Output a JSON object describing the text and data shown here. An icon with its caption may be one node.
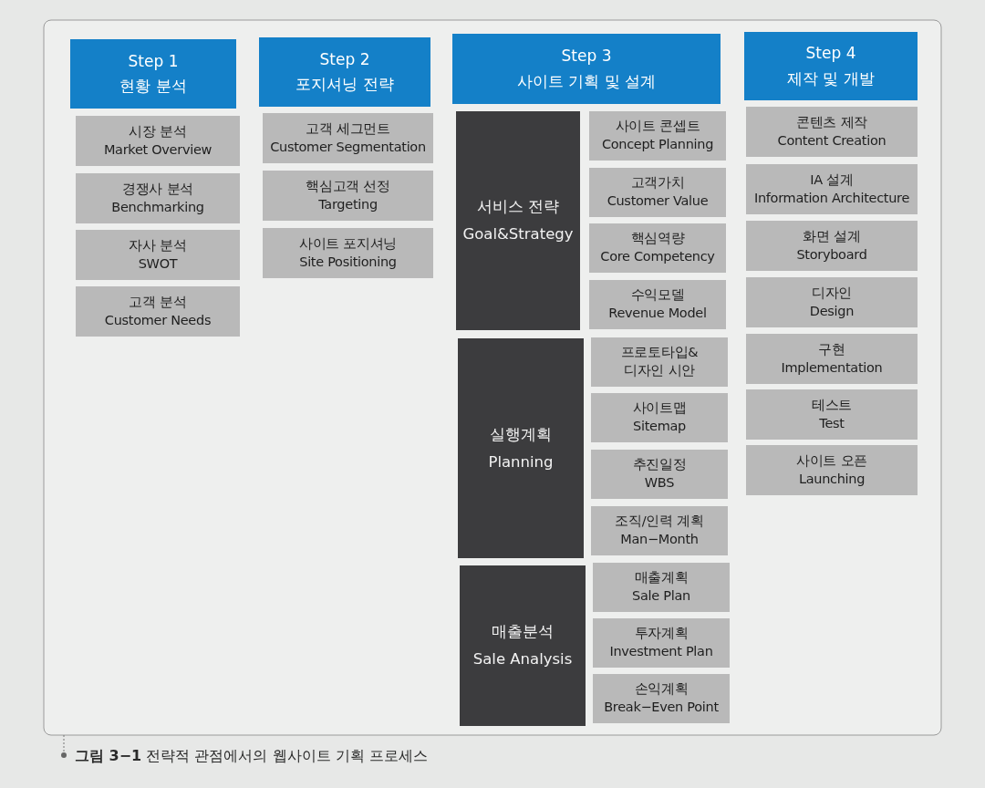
{
  "diagram": {
    "caption": "**그림 3−1** 전략적 관점에서의 웹사이트 기획 프로세스",
    "nodes": [
      {
        "text": [
          "Step 1",
          "현황 분석"
        ]
      },
      {
        "text": [
          "시장 분석",
          "Market Overview"
        ]
      },
      {
        "text": [
          "경쟁사 분석",
          "Benchmarking"
        ]
      },
      {
        "text": [
          "자사 분석",
          "SWOT"
        ]
      },
      {
        "text": [
          "고객 분석",
          "Customer Needs"
        ]
      },
      {
        "text": [
          "Step 2",
          "포지셔닝 전략"
        ]
      },
      {
        "text": [
          "고객 세그먼트",
          "Customer Segmentation"
        ]
      },
      {
        "text": [
          "핵심고객 선정",
          "Targeting"
        ]
      },
      {
        "text": [
          "사이트 포지셔닝",
          "Site Positioning"
        ]
      },
      {
        "text": [
          "Step 3",
          "사이트 기획 및 설계"
        ]
      },
      {
        "text": [
          "서비스 전략",
          "Goal&Strategy"
        ]
      },
      {
        "text": [
          "사이트 콘셉트",
          "Concept Planning"
        ]
      },
      {
        "text": [
          "고객가치",
          "Customer Value"
        ]
      },
      {
        "text": [
          "핵심역량",
          "Core Competency"
        ]
      },
      {
        "text": [
          "수익모델",
          "Revenue Model"
        ]
      },
      {
        "text": [
          "실행계획",
          "Planning"
        ]
      },
      {
        "text": [
          "프로토타입&",
          "디자인 시안"
        ]
      },
      {
        "text": [
          "사이트맵",
          "Sitemap"
        ]
      },
      {
        "text": [
          "추진일정",
          "WBS"
        ]
      },
      {
        "text": [
          "조직/인력 계획",
          "Man−Month"
        ]
      },
      {
        "text": [
          "매출분석",
          "Sale Analysis"
        ]
      },
      {
        "text": [
          "매출계획",
          "Sale Plan"
        ]
      },
      {
        "text": [
          "투자계획",
          "Investment Plan"
        ]
      },
      {
        "text": [
          "손익계획",
          "Break−Even Point"
        ]
      },
      {
        "text": [
          "Step 4",
          "제작 및 개발"
        ]
      },
      {
        "text": [
          "콘텐츠 제작",
          "Content Creation"
        ]
      },
      {
        "text": [
          "IA 설계",
          "Information Architecture"
        ]
      },
      {
        "text": [
          "화면 설계",
          "Storyboard"
        ]
      },
      {
        "text": [
          "디자인",
          "Design"
        ]
      },
      {
        "text": [
          "구현",
          "Implementation"
        ]
      },
      {
        "text": [
          "테스트",
          "Test"
        ]
      },
      {
        "text": [
          "사이트 오픈",
          "Launching"
        ]
      }
    ]
  }
}
